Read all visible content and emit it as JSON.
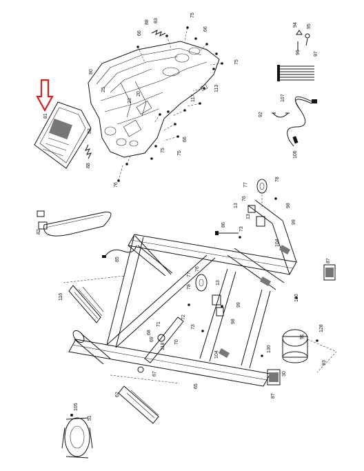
{
  "diagram": {
    "callout_color": "#d42020",
    "line_color": "#111111",
    "labels": [
      {
        "id": "l80",
        "text": "80"
      },
      {
        "id": "l25",
        "text": "25"
      },
      {
        "id": "l88a",
        "text": "88"
      },
      {
        "id": "l83a",
        "text": "83"
      },
      {
        "id": "l75a",
        "text": "75"
      },
      {
        "id": "l66a",
        "text": "66"
      },
      {
        "id": "l66b",
        "text": "66"
      },
      {
        "id": "l75b",
        "text": "75"
      },
      {
        "id": "l23",
        "text": "23"
      },
      {
        "id": "l20",
        "text": "20"
      },
      {
        "id": "l113",
        "text": "113"
      },
      {
        "id": "l117",
        "text": "117"
      },
      {
        "id": "l66c",
        "text": "66"
      },
      {
        "id": "l75c",
        "text": "75"
      },
      {
        "id": "l75d",
        "text": "75"
      },
      {
        "id": "l81",
        "text": "81"
      },
      {
        "id": "l83b",
        "text": "83"
      },
      {
        "id": "l88b",
        "text": "88"
      },
      {
        "id": "l76a",
        "text": "76"
      },
      {
        "id": "l94",
        "text": "94"
      },
      {
        "id": "l95",
        "text": "95"
      },
      {
        "id": "l96",
        "text": "96"
      },
      {
        "id": "l97",
        "text": "97"
      },
      {
        "id": "l107",
        "text": "107"
      },
      {
        "id": "l92",
        "text": "92"
      },
      {
        "id": "l106",
        "text": "106"
      },
      {
        "id": "l77a",
        "text": "77"
      },
      {
        "id": "l76b",
        "text": "76"
      },
      {
        "id": "l78a",
        "text": "78"
      },
      {
        "id": "l98a",
        "text": "98"
      },
      {
        "id": "l99a",
        "text": "99"
      },
      {
        "id": "l13a",
        "text": "13"
      },
      {
        "id": "l13b",
        "text": "13"
      },
      {
        "id": "l73a",
        "text": "73"
      },
      {
        "id": "l86",
        "text": "86"
      },
      {
        "id": "l104a",
        "text": "104"
      },
      {
        "id": "l82",
        "text": "82"
      },
      {
        "id": "l85",
        "text": "85"
      },
      {
        "id": "l87a",
        "text": "87"
      },
      {
        "id": "l130a",
        "text": "130"
      },
      {
        "id": "l116",
        "text": "116"
      },
      {
        "id": "l78b",
        "text": "78"
      },
      {
        "id": "l76c",
        "text": "76"
      },
      {
        "id": "l77b",
        "text": "77"
      },
      {
        "id": "l13c",
        "text": "13"
      },
      {
        "id": "l99b",
        "text": "99"
      },
      {
        "id": "l98b",
        "text": "98"
      },
      {
        "id": "l73b",
        "text": "73"
      },
      {
        "id": "l72",
        "text": "72"
      },
      {
        "id": "l71",
        "text": "71"
      },
      {
        "id": "l70",
        "text": "70"
      },
      {
        "id": "l69",
        "text": "69"
      },
      {
        "id": "l68",
        "text": "68"
      },
      {
        "id": "l118",
        "text": "118"
      },
      {
        "id": "l67",
        "text": "67"
      },
      {
        "id": "l128",
        "text": "128"
      },
      {
        "id": "l91",
        "text": "91"
      },
      {
        "id": "l93",
        "text": "93"
      },
      {
        "id": "l104b",
        "text": "104"
      },
      {
        "id": "l130b",
        "text": "130"
      },
      {
        "id": "l30",
        "text": "30"
      },
      {
        "id": "l87b",
        "text": "87"
      },
      {
        "id": "l65",
        "text": "65"
      },
      {
        "id": "l62",
        "text": "62"
      },
      {
        "id": "l105",
        "text": "105"
      },
      {
        "id": "l51",
        "text": "51"
      }
    ]
  }
}
